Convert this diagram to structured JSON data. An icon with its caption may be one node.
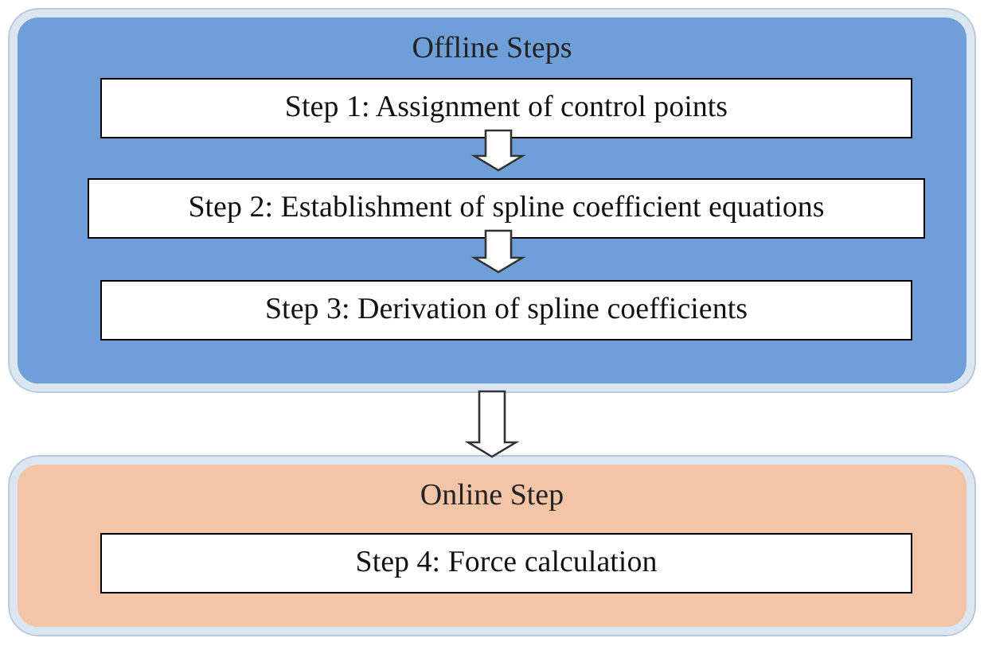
{
  "diagram": {
    "nodes": [
      {
        "text": [
          "Offline Steps"
        ]
      },
      {
        "text": [
          "Step 1: Assignment of control points"
        ],
        "in": 0
      },
      {
        "text": [
          "Step 2: Establishment of spline coefficient equations"
        ],
        "in": 0
      },
      {
        "text": [
          "Step 3: Derivation of spline coefficients"
        ],
        "in": 0
      },
      {
        "text": [
          "Online Step"
        ]
      },
      {
        "text": [
          "Step 4: Force calculation"
        ],
        "in": 4
      }
    ],
    "edges": [
      {
        "from": 1,
        "to": 2,
        "arrow": "to"
      },
      {
        "from": 2,
        "to": 3,
        "arrow": "to"
      },
      {
        "from": 0,
        "to": 4,
        "arrow": "to"
      }
    ]
  }
}
